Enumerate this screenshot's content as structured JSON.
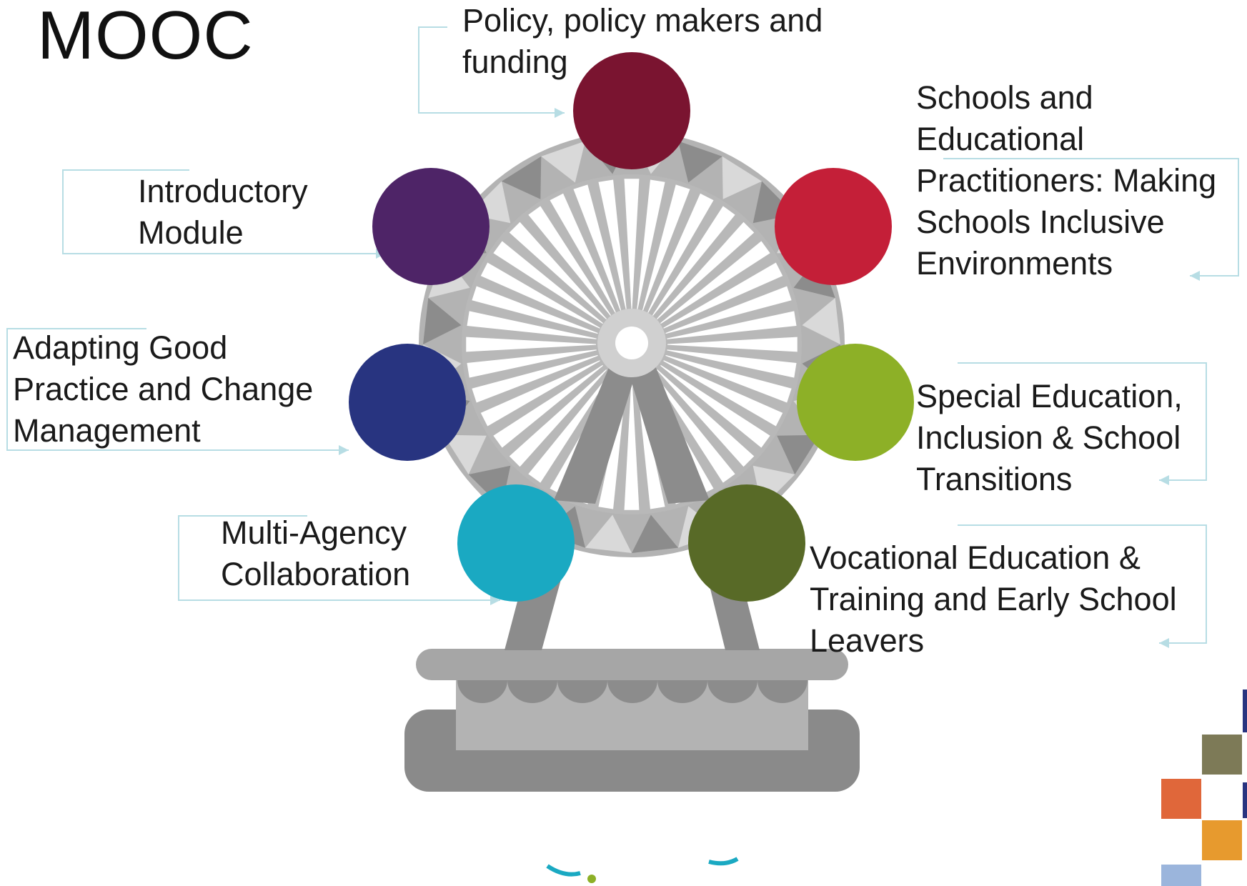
{
  "title": "MOOC",
  "modules": [
    {
      "id": "policy",
      "label": "Policy, policy makers and\nfunding",
      "color": "#7a1430"
    },
    {
      "id": "schools",
      "label": "Schools and\nEducational\nPractitioners: Making\nSchools Inclusive\nEnvironments",
      "color": "#c41f38"
    },
    {
      "id": "special",
      "label": "Special Education,\nInclusion & School\nTransitions",
      "color": "#8db027"
    },
    {
      "id": "vocational",
      "label": "Vocational Education &\nTraining and Early School\nLeavers",
      "color": "#586a27"
    },
    {
      "id": "multiagency",
      "label": "Multi-Agency\nCollaboration",
      "color": "#1aa9c2"
    },
    {
      "id": "adapting",
      "label": "Adapting Good\nPractice and Change\nManagement",
      "color": "#283480"
    },
    {
      "id": "introductory",
      "label": "Introductory\nModule",
      "color": "#4e2467"
    }
  ],
  "colors": {
    "connector": "#b7dde4",
    "wheel_outer": "#b3b3b3",
    "wheel_dark": "#8c8c8c",
    "wheel_light": "#d9d9d9",
    "decor_squares": [
      "#7d7a57",
      "#e0673a",
      "#e79a2e",
      "#9bb5dc",
      "#283480"
    ]
  }
}
